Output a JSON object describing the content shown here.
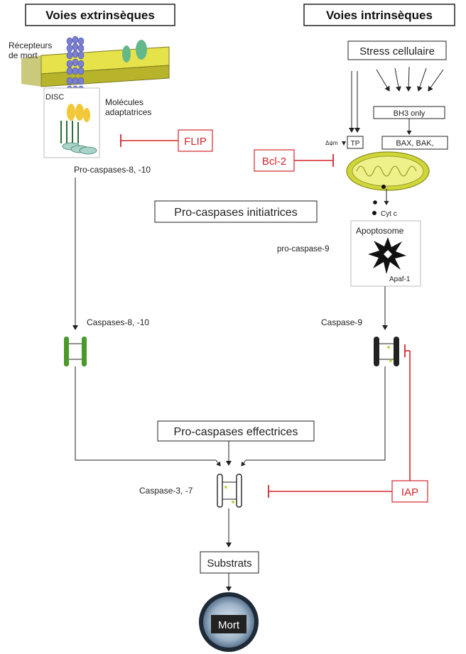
{
  "headers": {
    "extrinsic": "Voies extrinsèques",
    "intrinsic": "Voies intrinsèques"
  },
  "labels": {
    "death_receptors_line1": "Récepteurs",
    "death_receptors_line2": "de mort",
    "disc": "DISC",
    "adaptor_line1": "Molécules",
    "adaptor_line2": "adaptatrices",
    "pro_caspases_8_10": "Pro-caspases-8, -10",
    "cellular_stress": "Stress cellulaire",
    "bh3_only": "BH3 only",
    "bax_bak": "BAX, BAK,",
    "delta_psi": "Δψm",
    "tp": "TP",
    "cyt_c": "Cyt c",
    "pro_caspases_initiatrices": "Pro-caspases initiatrices",
    "apoptosome": "Apoptosome",
    "pro_caspase_9": "pro-caspase-9",
    "apaf_1": "Apaf-1",
    "caspases_8_10": "Caspases-8, -10",
    "caspase_9": "Caspase-9",
    "pro_caspases_effectrices": "Pro-caspases effectrices",
    "caspase_3_7": "Caspase-3, -7",
    "substrats": "Substrats",
    "mort": "Mort"
  },
  "inhibitors": {
    "flip": "FLIP",
    "bcl2": "Bcl-2",
    "iap": "IAP"
  },
  "colors": {
    "inhibitor": "#d4262c",
    "membrane": "#d8d43a",
    "caspase_8": "#4a9a2a",
    "caspase_9": "#222222",
    "mitochondria": "#cfd63a",
    "receptor": "#7a7fd0"
  }
}
